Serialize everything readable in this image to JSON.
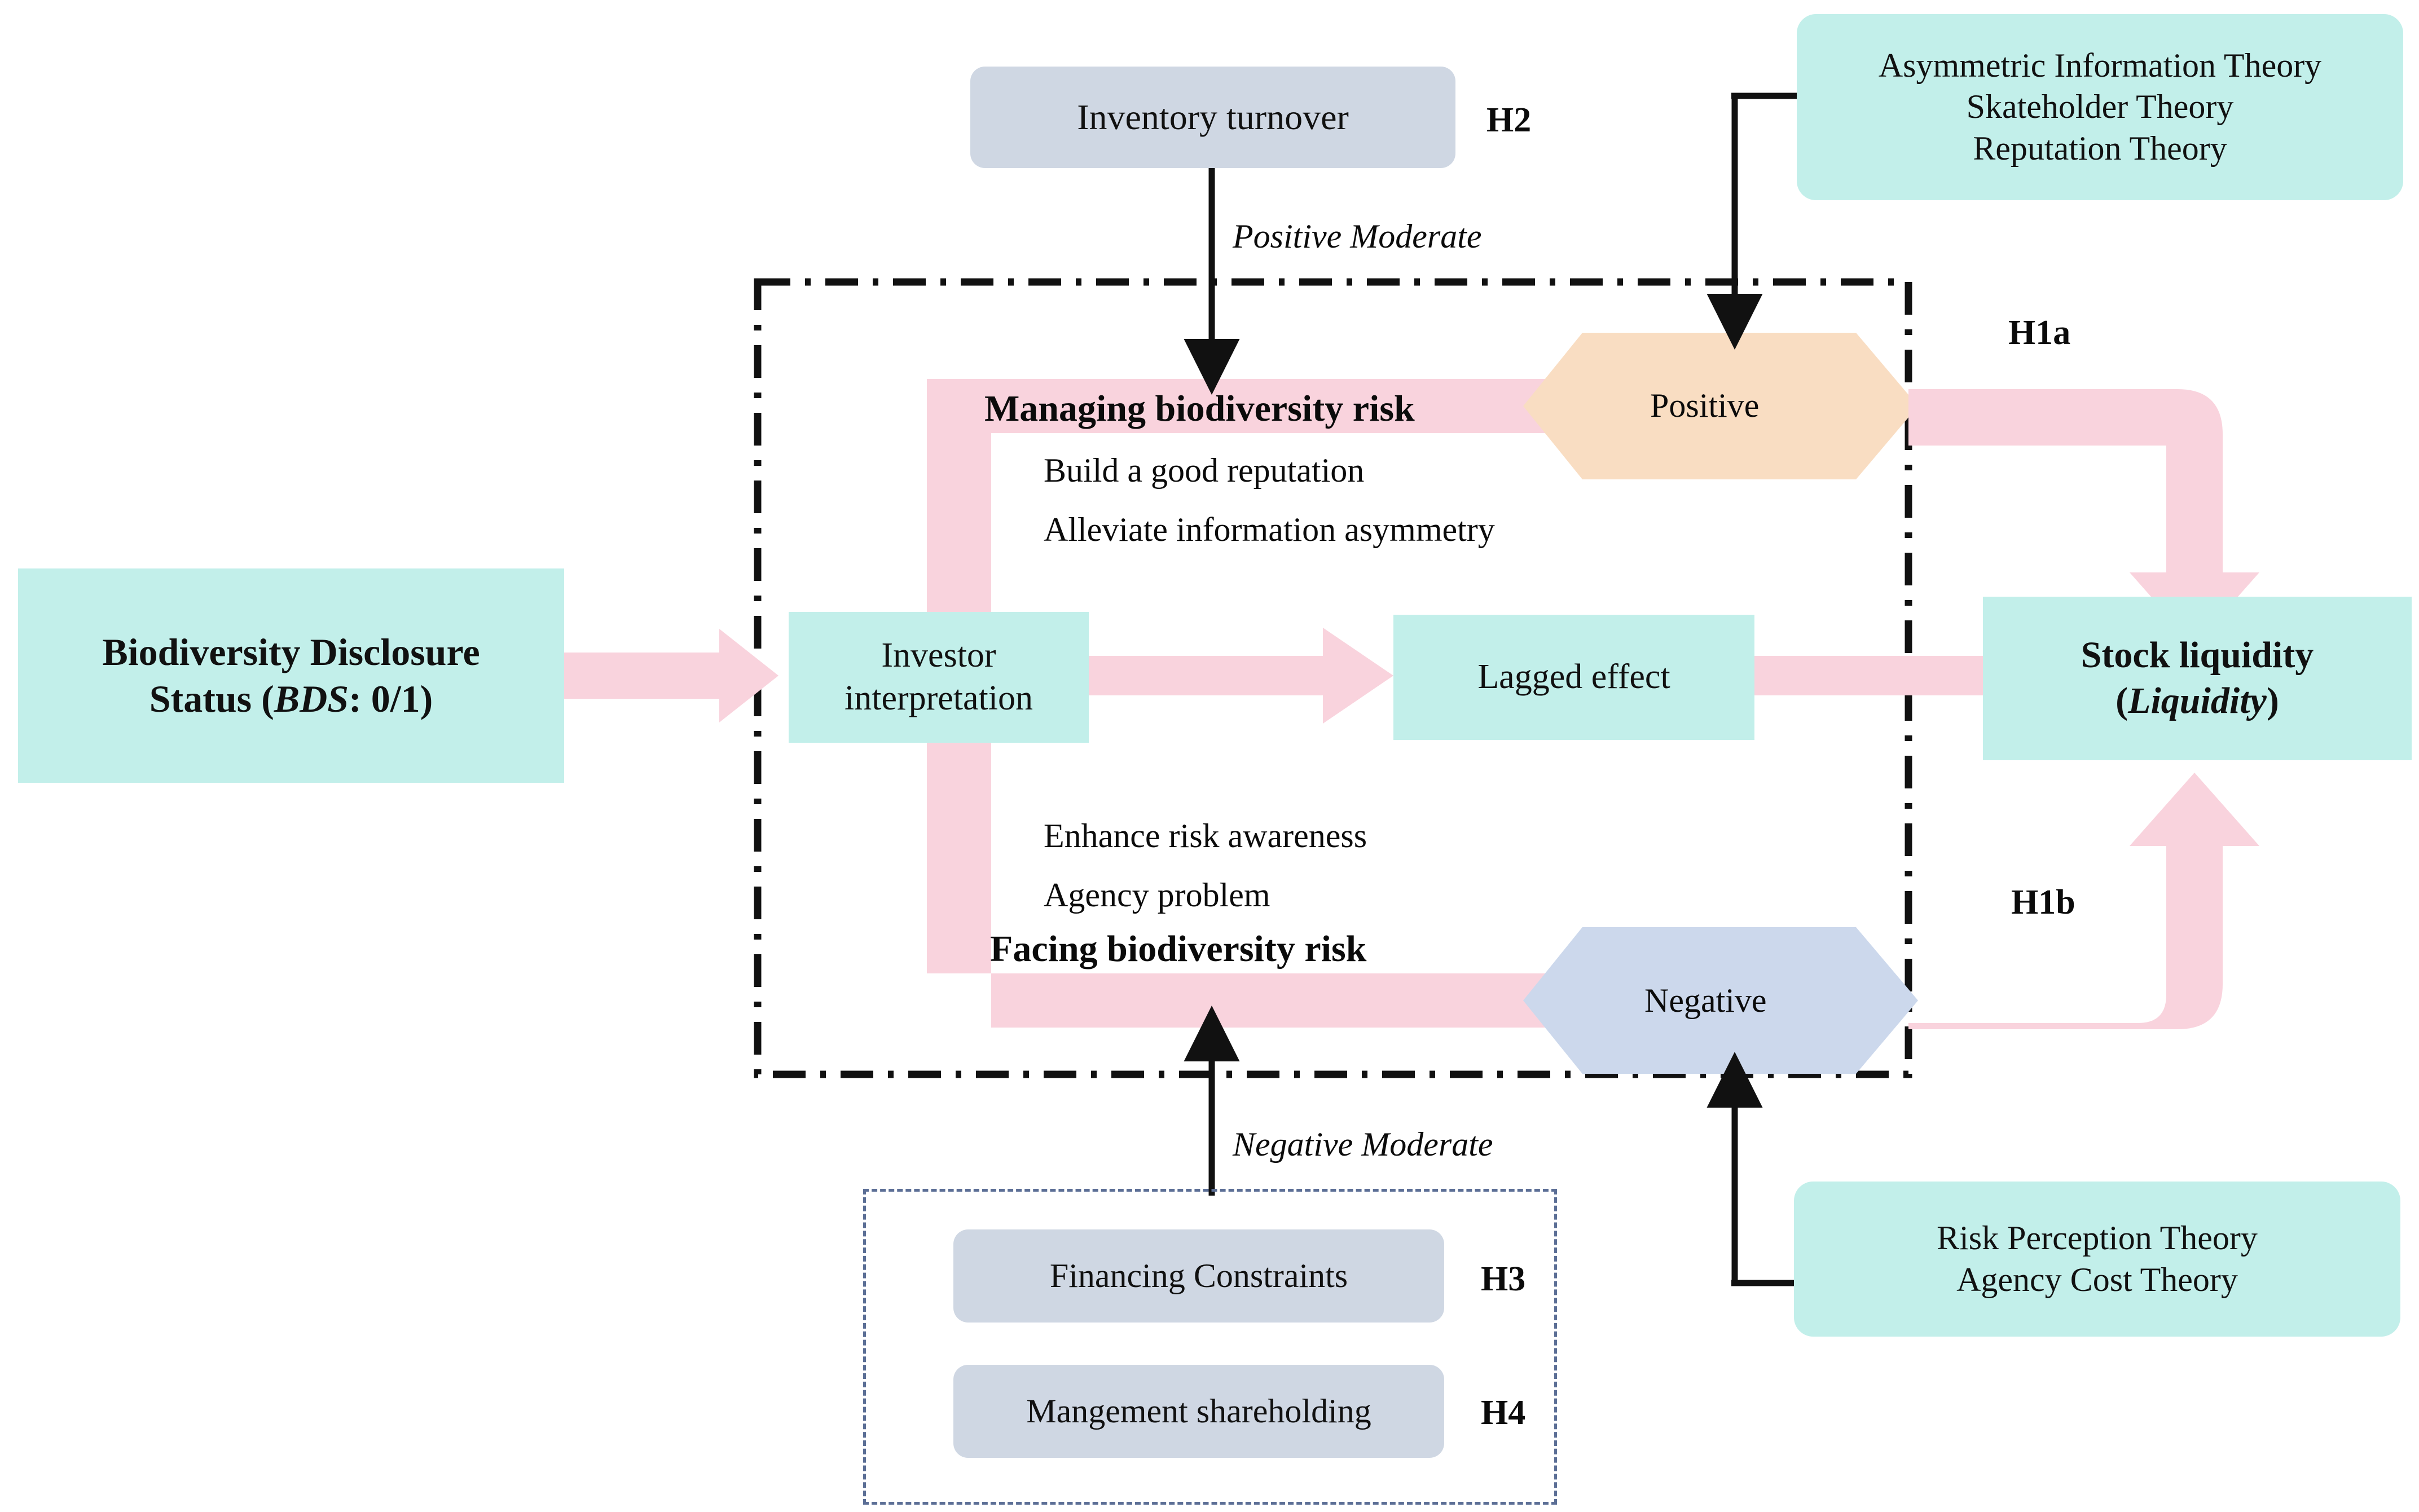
{
  "diagram": {
    "title": "Biodiversity Disclosure and Stock Liquidity Research Framework",
    "colors": {
      "teal": "#c2efea",
      "pink": "#f9d3dd",
      "gray": "#cfd7e3",
      "peach": "#f9ddc2",
      "blue": "#ccd8ec",
      "dash_border": "#111111",
      "dotted_border": "#5c6f96"
    }
  },
  "nodes": {
    "bds": {
      "line1": "Biodiversity Disclosure",
      "line2_pre": "Status (",
      "line2_em": "BDS",
      "line2_post": ": 0/1)"
    },
    "inventory_turnover": "Inventory turnover",
    "investor_interpretation_l1": "Investor",
    "investor_interpretation_l2": "interpretation",
    "managing_risk": "Managing biodiversity risk",
    "managing_detail_l1": "Build a good reputation",
    "managing_detail_l2": "Alleviate information asymmetry",
    "facing_risk": "Facing biodiversity risk",
    "facing_detail_l1": "Enhance risk awareness",
    "facing_detail_l2": "Agency problem",
    "lagged_effect": "Lagged effect",
    "positive": "Positive",
    "negative": "Negative",
    "stock_liquidity_l1": "Stock liquidity",
    "stock_liquidity_l2_pre": "(",
    "stock_liquidity_l2_em": "Liquidity",
    "stock_liquidity_l2_post": ")",
    "financing_constraints": "Financing Constraints",
    "management_shareholding": "Mangement shareholding"
  },
  "theory_boxes": {
    "top_right": {
      "line1": "Asymmetric Information Theory",
      "line2": "Skateholder Theory",
      "line3": "Reputation Theory"
    },
    "bottom_right": {
      "line1": "Risk Perception Theory",
      "line2": "Agency Cost Theory"
    }
  },
  "hypothesis_labels": {
    "h1a": "H1a",
    "h1b": "H1b",
    "h2": "H2",
    "h3": "H3",
    "h4": "H4"
  },
  "moderation_labels": {
    "positive_moderate": "Positive Moderate",
    "negative_moderate": "Negative Moderate"
  }
}
